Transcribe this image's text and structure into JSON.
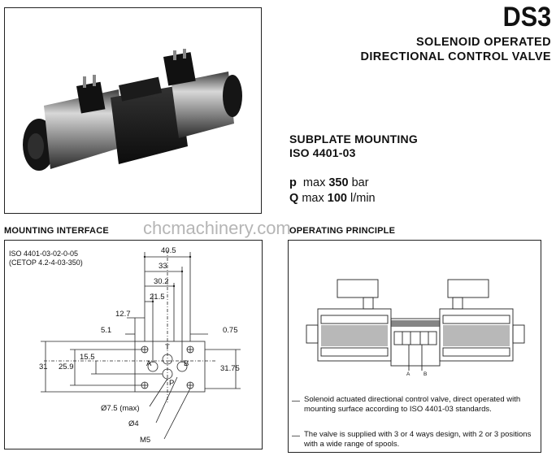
{
  "header": {
    "code": "DS3",
    "title_line1": "SOLENOID OPERATED",
    "title_line2": "DIRECTIONAL CONTROL VALVE"
  },
  "mounting": {
    "line1": "SUBPLATE MOUNTING",
    "line2": "ISO 4401-03"
  },
  "specs": {
    "p_symbol": "p",
    "p_max": "max",
    "p_value": "350",
    "p_unit": "bar",
    "q_symbol": "Q",
    "q_max": "max",
    "q_value": "100",
    "q_unit": "l/min"
  },
  "watermark": "chcmachinery.com",
  "mounting_interface": {
    "heading": "MOUNTING INTERFACE",
    "iso_line1": "ISO 4401-03-02-0-05",
    "iso_line2": "(CETOP 4.2-4-03-350)",
    "dims": {
      "d40_5": "40.5",
      "d33": "33",
      "d30_2": "30.2",
      "d21_5": "21.5",
      "d12_7": "12.7",
      "d5_1": "5.1",
      "d0_75": "0.75",
      "d15_5": "15.5",
      "d31": "31",
      "d25_9": "25.9",
      "d31_75": "31.75",
      "port_t": "T",
      "port_a": "A",
      "port_b": "B",
      "port_p": "P",
      "dia_max": "Ø7.5 (max)",
      "dia4": "Ø4",
      "m5": "M5"
    }
  },
  "operating_principle": {
    "heading": "OPERATING PRINCIPLE",
    "label_a": "A",
    "label_b": "B",
    "notes": [
      "Solenoid actuated directional control valve, direct operated with mounting surface according to ISO 4401-03 standards.",
      "The valve is supplied with 3 or 4 ways design, with 2 or 3 positions with a wide range of spools."
    ]
  }
}
